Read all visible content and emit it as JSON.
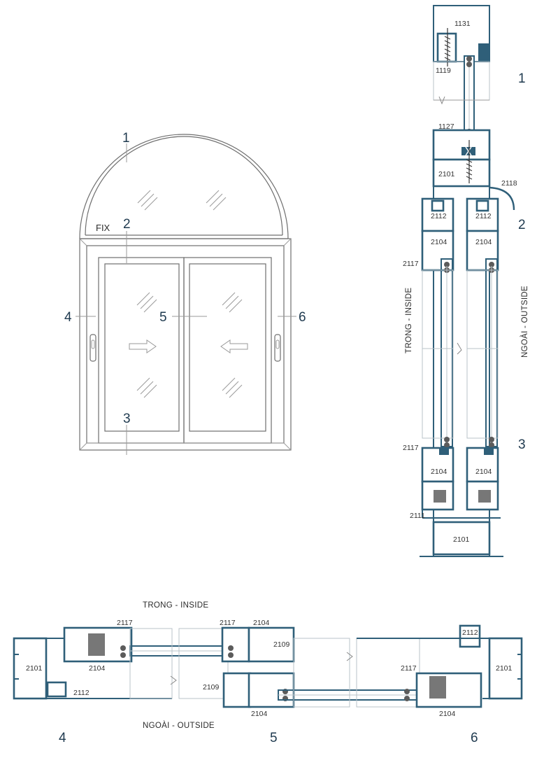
{
  "elevation": {
    "fix_label": "FIX",
    "callouts": [
      "1",
      "2",
      "3",
      "4",
      "5",
      "6"
    ]
  },
  "vertical_section": {
    "callouts": [
      "1",
      "2",
      "3"
    ],
    "codes": {
      "c1131": "1131",
      "c1119": "1119",
      "c1127": "1127",
      "c2101_top": "2101",
      "c2118": "2118",
      "c2112_l": "2112",
      "c2112_r": "2112",
      "c2104_tl": "2104",
      "c2104_tr": "2104",
      "c2117_top": "2117",
      "c2117_bot": "2117",
      "c2104_bl": "2104",
      "c2104_br": "2104",
      "c2111": "2111",
      "c2101_bot": "2101"
    },
    "inside_label": "TRONG - INSIDE",
    "outside_label": "NGOÀI - OUTSIDE"
  },
  "horizontal_section": {
    "inside_label": "TRONG - INSIDE",
    "outside_label": "NGOÀI - OUTSIDE",
    "callouts": [
      "4",
      "5",
      "6"
    ],
    "codes": {
      "c2101_l": "2101",
      "c2117_l": "2117",
      "c2104_l": "2104",
      "c2112_l": "2112",
      "c2117_m": "2117",
      "c2104_mt": "2104",
      "c2109_r": "2109",
      "c2109_l": "2109",
      "c2104_mb": "2104",
      "c2112_r": "2112",
      "c2117_r": "2117",
      "c2104_r": "2104",
      "c2101_r": "2101"
    }
  }
}
